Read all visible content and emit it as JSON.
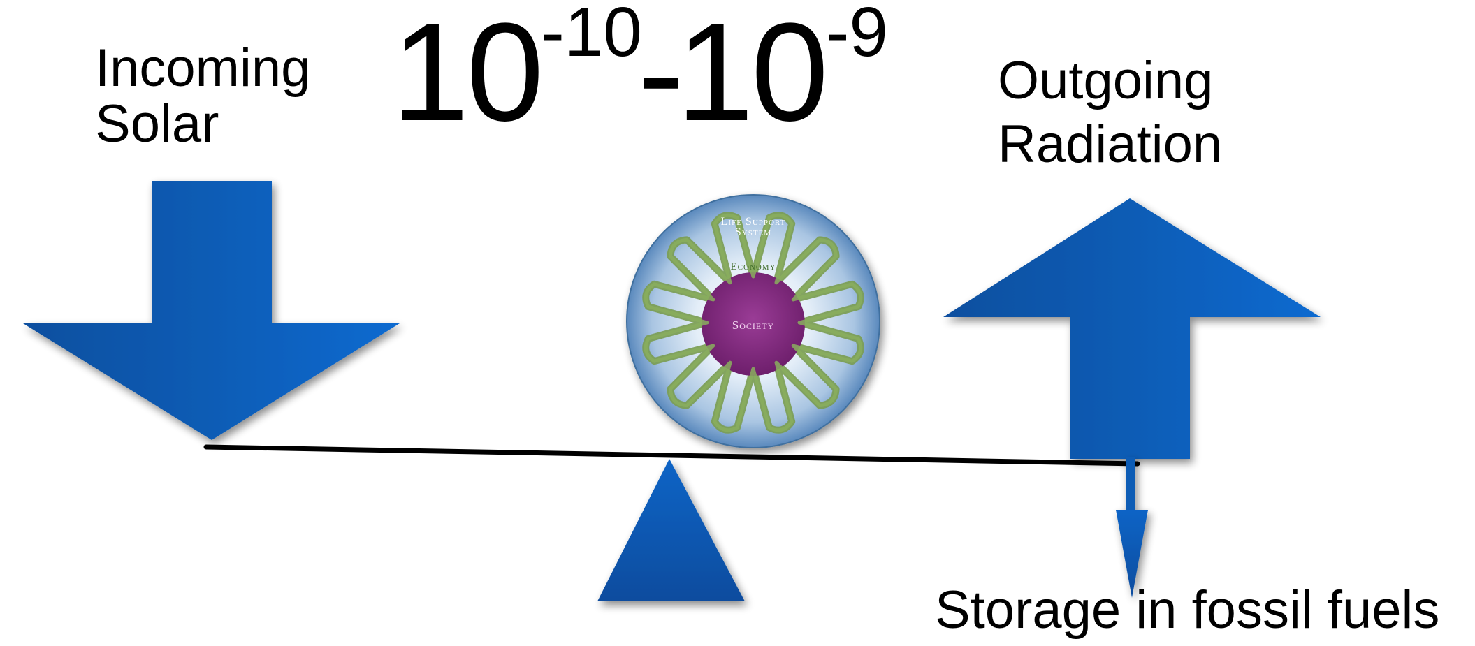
{
  "labels": {
    "incoming_line1": "Incoming",
    "incoming_line2": "Solar",
    "outgoing_line1": "Outgoing",
    "outgoing_line2": "Radiation",
    "storage": "Storage in fossil fuels"
  },
  "ratio": {
    "base1": "10",
    "exp1": "-10",
    "dash": "-",
    "base2": "10",
    "exp2": "-9"
  },
  "globe": {
    "outer_label_line1": "Life Support",
    "outer_label_line2": "System",
    "middle_label": "Economy",
    "inner_label": "Society"
  },
  "colors": {
    "arrow_blue": "#0a5fb8",
    "arrow_blue_dark": "#0a4a9c",
    "beam": "#000000",
    "society_purple": "#8a2f86",
    "economy_green": "#7b9d52",
    "globe_light": "#dbe8f4",
    "globe_edge": "#4a7fb5"
  }
}
